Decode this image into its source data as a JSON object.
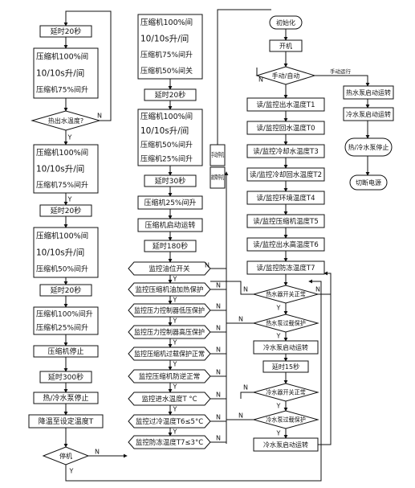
{
  "nodes": {
    "delay20a": "延时20秒",
    "comp100_a1": "压缩机100%间",
    "comp1010_a": "10/10s升/间",
    "comp75_a": "压缩机75%间升",
    "hotcheck": "热出水温度?",
    "comp100_b1": "压缩机100%间",
    "comp1010_b": "10/10s升/间",
    "comp75_b": "压缩机75%间升",
    "delay20b": "延时20秒",
    "comp100_c1": "压缩机100%间",
    "comp1010_c": "10/10s升/间",
    "comp50_c": "压缩机50%间升",
    "delay20c": "延时20秒",
    "comp100_d1": "压缩机100%间升",
    "comp25_d": "压缩机25%间升",
    "compstop": "压缩机停止",
    "delay300": "延时300秒",
    "pumpstop": "热/冷水泵停止",
    "lowerto": "降温至设定温度T",
    "shutdown": "停机",
    "comp100_e1": "压缩机100%间",
    "comp1010_e": "10/10s升/间",
    "comp75_e": "压缩机75%间升",
    "comp50_e": "压缩机50%间关",
    "delay20d": "延时20秒",
    "comp100_f1": "压缩机100%间",
    "comp1010_f": "10/10s升/间",
    "comp50_f": "压缩机50%间升",
    "comp25_f": "压缩机25%间升",
    "delay30": "延时30秒",
    "comp25_g": "压缩机25%间升",
    "compstart": "压缩机启动运转",
    "delay180": "延时180秒",
    "m1": "监控油位开关",
    "m2": "监控压缩机油加热保护",
    "m3": "监控压力控制器低压保护",
    "m4": "监控压力控制器高压保护",
    "m5": "监控压缩机过载保护正常",
    "m6": "监控压缩机防逆正常",
    "m7": "监控进水温度T  °C",
    "m8": "监控过冷温度T6≤5°C",
    "m9": "监控防冻温度T7≤3°C",
    "manualstop": "手动停机",
    "faultstop": "故障停机",
    "init": "初始化",
    "poweron": "开机",
    "manualauto": "手动/自动",
    "manualrun": "手动运行",
    "r1": "读/监控出水温度T1",
    "r2": "读/监控回水温度T0",
    "r3": "读/监控冷却水温度T3",
    "r4": "读/监控冷却回水温度T2",
    "r5": "读/监控环境温度T4",
    "r6": "读/监控压缩机温度T5",
    "r7": "读/监控出水高温度T6",
    "r8": "读/监控防冻温度T7",
    "d1": "热水器开关正常",
    "d2": "热水泵过载保护",
    "pumpstart1": "冷水泵启动运转",
    "delay15": "延时15秒",
    "d3": "冷水器开关正常",
    "d4": "冷水泵过载保护",
    "pumpstart2": "冷水泵启动运转",
    "hotpumprun": "热水泵启动运转",
    "coldpumprun": "冷水泵启动运转",
    "pumpstop2": "热/冷水泵停止",
    "powercut": "切断电源"
  },
  "labels": {
    "Y": "Y",
    "N": "N"
  }
}
